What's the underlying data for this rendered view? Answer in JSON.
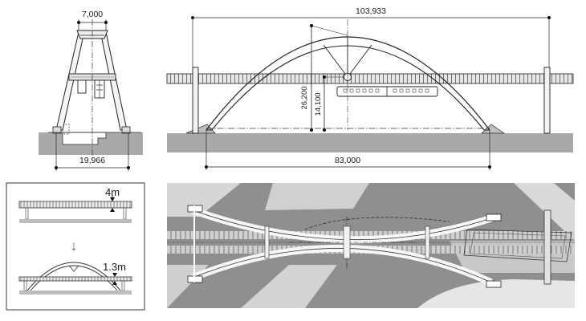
{
  "section_view": {
    "top_width": "7,000",
    "base_width": "19,966"
  },
  "elevation_view": {
    "overall_length": "103,933",
    "arch_span": "83,000",
    "arch_height": "26,200",
    "deck_height": "14,100"
  },
  "comparison_inset": {
    "before_depth": "4m",
    "after_depth": "1.3m",
    "arrow_glyph": "↓"
  },
  "plan_view": {},
  "colors": {
    "ground_gray": "#a7a7a7",
    "plan_background": "#8f8f8f",
    "plan_light": "#d8d8d8",
    "line": "#1a1a1a"
  }
}
